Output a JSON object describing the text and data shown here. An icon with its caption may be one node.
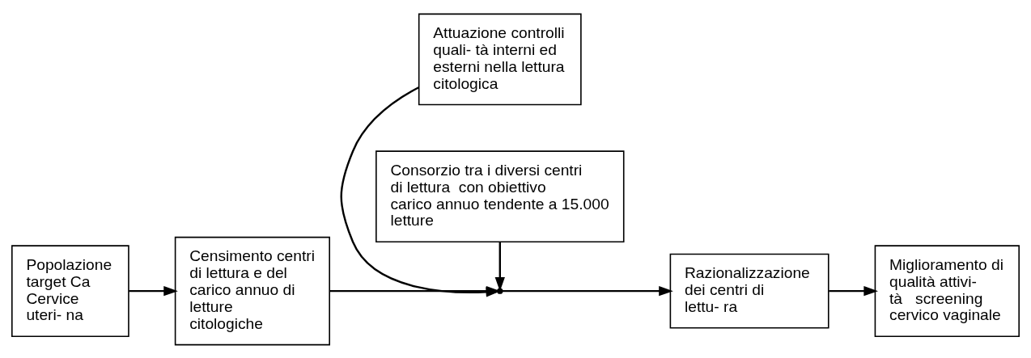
{
  "diagram": {
    "nodes": [
      {
        "text": [
          "Popolazione target Ca Cervice uteri- na"
        ]
      },
      {
        "text": [
          "Censimento centri di lettura e del carico annuo di letture citologiche"
        ]
      },
      {
        "text": [
          "Attuazione controlli quali- tà interni ed esterni nella lettura citologica"
        ]
      },
      {
        "text": [],
        "shape": "point"
      },
      {
        "text": [
          "Consorzio tra i diversi centri di lettura  con obiettivo carico annuo tendente a 15.000 letture"
        ]
      },
      {
        "text": [
          "Razionalizzazione dei centri di lettu- ra"
        ]
      },
      {
        "text": [
          "Miglioramento di qualità attivi- tà   screening cervico vaginale"
        ]
      }
    ],
    "edges": [
      {
        "from": 0,
        "to": 1,
        "arrow": "to"
      },
      {
        "from": 1,
        "to": 3,
        "arrow": "to"
      },
      {
        "from": 2,
        "to": 3,
        "arrow": "to"
      },
      {
        "from": 4,
        "to": 3,
        "arrow": "to"
      },
      {
        "from": 3,
        "to": 5,
        "arrow": "to"
      },
      {
        "from": 5,
        "to": 6,
        "arrow": "to"
      }
    ]
  }
}
